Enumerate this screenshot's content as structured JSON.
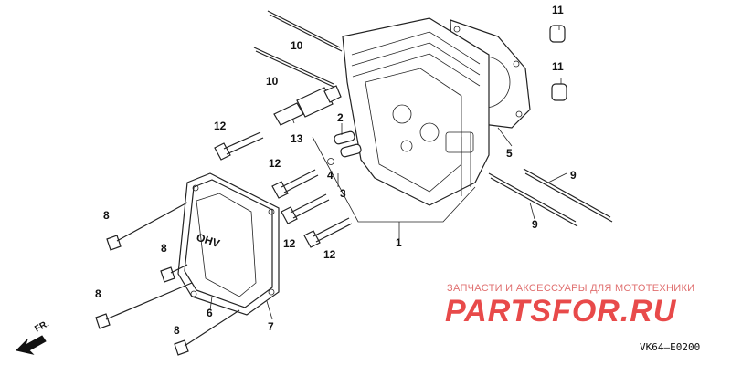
{
  "diagram": {
    "code": "VK64—E0200",
    "direction_label": "FR.",
    "cover_emboss": "OHV",
    "callouts": [
      "1",
      "2",
      "3",
      "4",
      "5",
      "6",
      "7",
      "8",
      "8",
      "8",
      "8",
      "9",
      "9",
      "10",
      "10",
      "11",
      "11",
      "12",
      "12",
      "12",
      "12",
      "13"
    ]
  },
  "watermark": {
    "tagline": "ЗАПЧАСТИ И АКСЕССУАРЫ ДЛЯ МОТОТЕХНИКИ",
    "logo_text": "PARTSFOR.RU"
  },
  "colors": {
    "line": "#222222",
    "watermark": "#e84a4a"
  }
}
